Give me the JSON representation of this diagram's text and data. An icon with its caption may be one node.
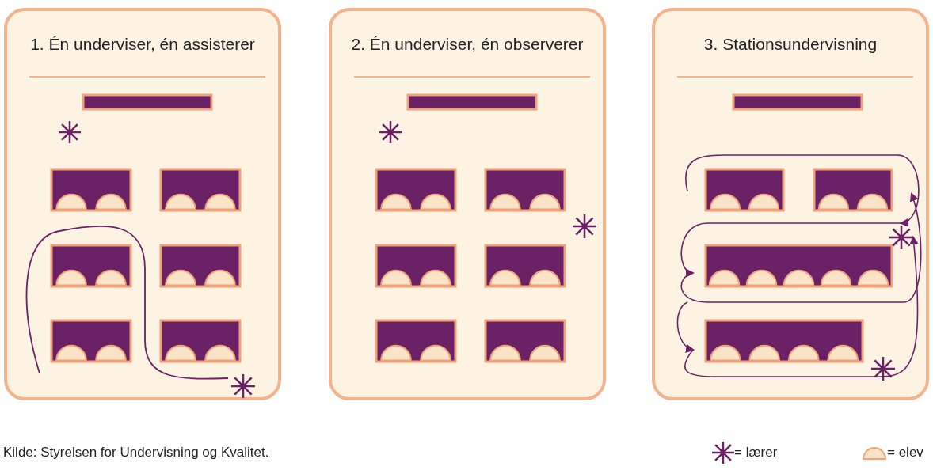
{
  "diagram": {
    "caption": "Kilde: Styrelsen for Undervisning og Kvalitet.",
    "nodes": [
      {
        "text": [
          "1. Én underviser, én assisterer"
        ]
      },
      {
        "text": [
          "2. Én underviser, én observerer"
        ]
      },
      {
        "text": [
          "3. Stationsundervisning"
        ]
      }
    ],
    "legend": [
      {
        "text": "= lærer"
      },
      {
        "text": "= elev"
      }
    ]
  }
}
